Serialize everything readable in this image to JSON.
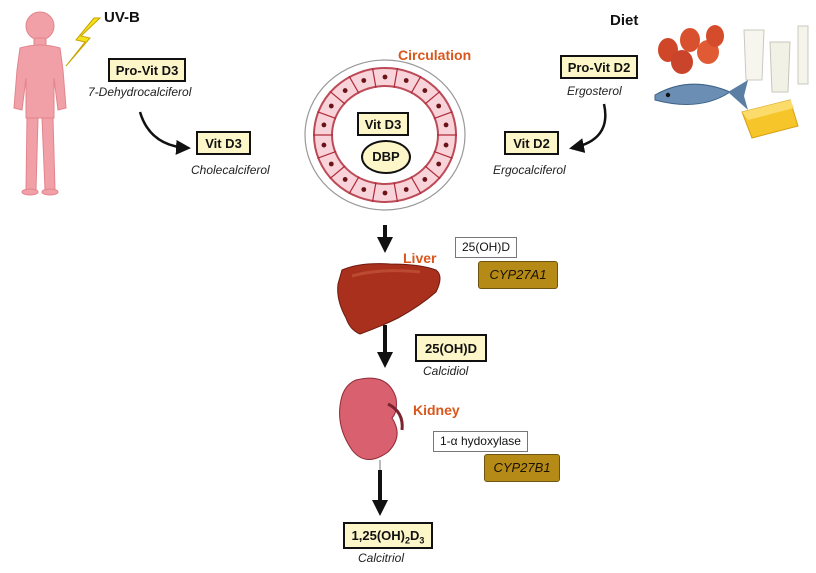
{
  "sources": {
    "uvb_label": "UV-B",
    "diet_label": "Diet"
  },
  "d3_path": {
    "provit_label": "Pro-Vit D3",
    "provit_name": "7-Dehydrocalciferol",
    "vit_label": "Vit D3",
    "vit_name": "Cholecalciferol"
  },
  "d2_path": {
    "provit_label": "Pro-Vit D2",
    "provit_name": "Ergosterol",
    "vit_label": "Vit D2",
    "vit_name": "Ergocalciferol"
  },
  "circulation": {
    "title": "Circulation",
    "vit_label": "Vit D3",
    "carrier_label": "DBP"
  },
  "liver": {
    "title": "Liver",
    "substrate_label": "25(OH)D",
    "enzyme_label": "CYP27A1"
  },
  "calcidiol": {
    "label": "25(OH)D",
    "name": "Calcidiol"
  },
  "kidney": {
    "title": "Kidney",
    "substrate_label": "1-α hydoxylase",
    "enzyme_label": "CYP27B1"
  },
  "calcitriol": {
    "label_main": "1,25(OH)",
    "label_sub1": "2",
    "label_mid": "D",
    "label_sub2": "3",
    "name": "Calcitriol"
  },
  "colors": {
    "box_fill": "#fdf6c9",
    "enzyme_fill": "#b58a17",
    "organ_title": "#d9571c",
    "liver": "#a8301c",
    "kidney": "#d9606e",
    "cell_border": "#b02a3a"
  },
  "icons": [
    "human-figure-icon",
    "lightning-icon",
    "food-icon",
    "liver-icon",
    "kidney-icon",
    "blood-vessel-icon"
  ]
}
